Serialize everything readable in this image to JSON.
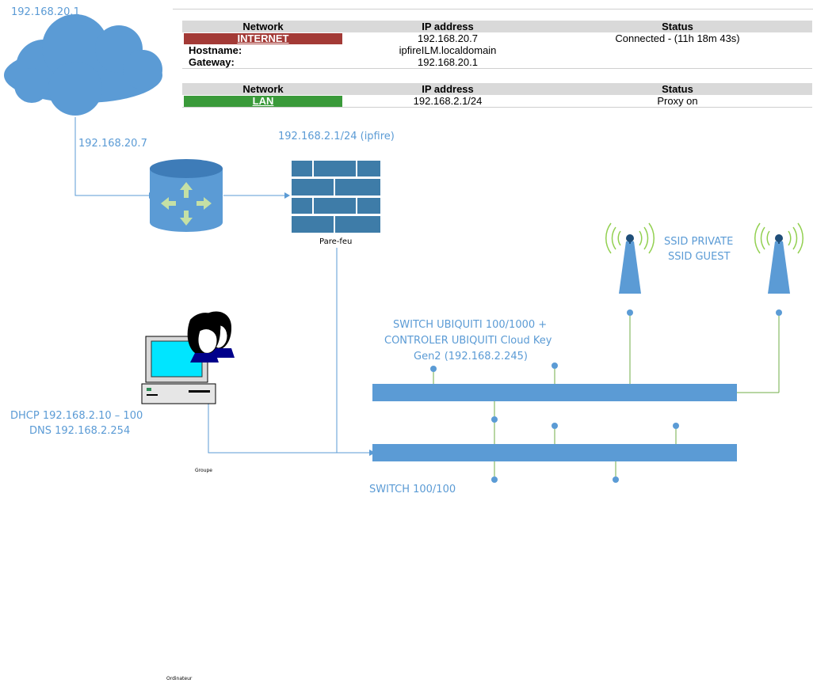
{
  "labels": {
    "wan_gateway_ip": "192.168.20.1",
    "router_ip": "192.168.20.7",
    "firewall_ip": "192.168.2.1/24 (ipfire)",
    "firewall_caption": "Pare-feu",
    "ssid_private": "SSID PRIVATE",
    "ssid_guest": "SSID GUEST",
    "switch_ubiquiti_line1": "SWITCH UBIQUITI 100/1000 +",
    "switch_ubiquiti_line2": "CONTROLER UBIQUITI  Cloud Key",
    "switch_ubiquiti_line3": "Gen2 (192.168.2.245)",
    "dhcp": "DHCP 192.168.2.10 – 100",
    "dns": "DNS 192.168.2.254",
    "groupe": "Groupe",
    "switch_100": "SWITCH 100/100",
    "ordinateur": "Ordinateur"
  },
  "internet_table": {
    "headers": [
      "Network",
      "IP address",
      "Status"
    ],
    "network": "INTERNET",
    "ip": "192.168.20.7",
    "status": "Connected - (11h 18m 43s)",
    "hostname_label": "Hostname:",
    "hostname": "ipfireILM.localdomain",
    "gateway_label": "Gateway:",
    "gateway": "192.168.20.1"
  },
  "lan_table": {
    "headers": [
      "Network",
      "IP address",
      "Status"
    ],
    "network": "LAN",
    "ip": "192.168.2.1/24",
    "status": "Proxy on"
  },
  "colors": {
    "internet_badge": "#a33a36",
    "lan_badge": "#3a9a3a",
    "diagram_blue": "#5b9bd5",
    "link_blue": "#5b9bd5",
    "link_green": "#70ad47",
    "firewall_blue": "#3e7ca8"
  },
  "icons": [
    "cloud-icon",
    "router-icon",
    "firewall-icon",
    "wifi-antenna-icon",
    "computer-user-icon"
  ]
}
